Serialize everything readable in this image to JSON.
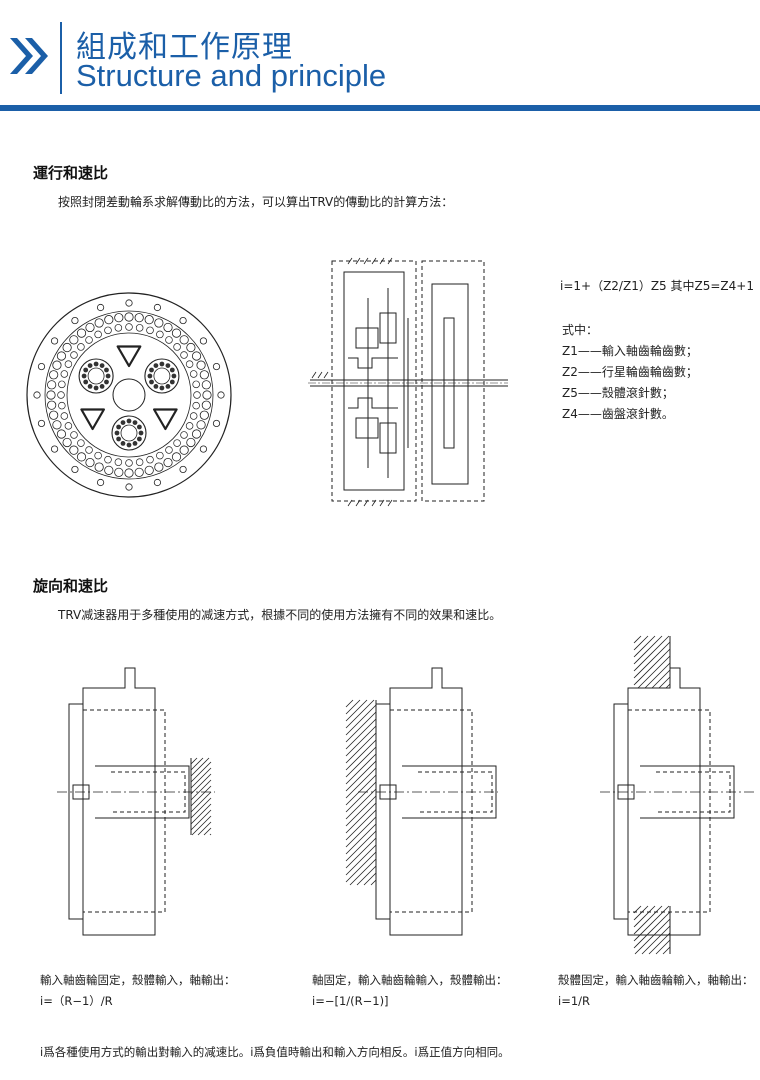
{
  "header": {
    "title_cn": "組成和工作原理",
    "title_en": "Structure and principle",
    "accent_color": "#1b5fa8",
    "icon": "double-chevron-icon"
  },
  "section1": {
    "title": "運行和速比",
    "intro": "按照封閉差動輪系求解傳動比的方法，可以算出TRV的傳動比的計算方法：",
    "formula": "i=1+（Z2/Z1）Z5  其中Z5=Z4+1",
    "legend_title": "式中：",
    "legend": [
      "Z1——輸入軸齒輪齒數；",
      "Z2——行星輪齒輪齒數；",
      "Z5——殼體滾針數；",
      "Z4——齒盤滾針數。"
    ]
  },
  "section2": {
    "title": "旋向和速比",
    "intro": "TRV减速器用于多種使用的减速方式，根據不同的使用方法擁有不同的效果和速比。",
    "cases": [
      {
        "desc": "輸入軸齒輪固定，殼體輸入，軸輸出：",
        "formula": "i=（R−1）/R"
      },
      {
        "desc": "軸固定，輸入軸齒輪輸入，殼體輸出：",
        "formula": "i=−[1/(R−1)]"
      },
      {
        "desc": "殼體固定，輸入軸齒輪輸入，軸輸出：",
        "formula": "i=1/R"
      }
    ],
    "note": "i爲各種使用方式的輸出對輸入的减速比。i爲負值時輸出和輸入方向相反。i爲正值方向相同。"
  }
}
